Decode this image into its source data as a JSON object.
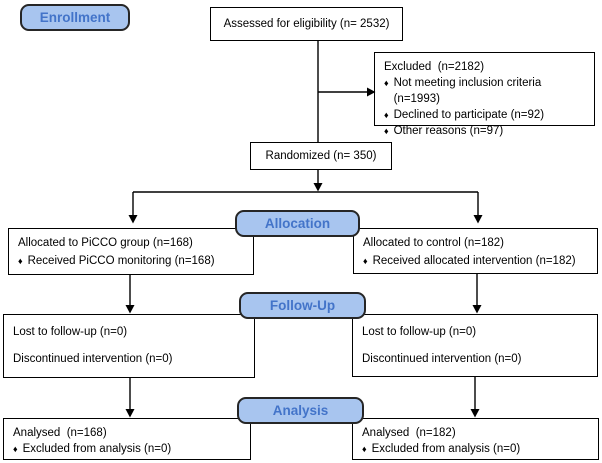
{
  "stages": {
    "enrollment": "Enrollment",
    "allocation": "Allocation",
    "followup": "Follow-Up",
    "analysis": "Analysis"
  },
  "bullet": "♦",
  "boxes": {
    "assessed": {
      "text": "Assessed for eligibility (n= 2532)"
    },
    "excluded": {
      "title": "Excluded  (n=2182)",
      "items": [
        "Not meeting inclusion criteria (n=1993)",
        "Declined to participate (n=92)",
        "Other reasons (n=97)"
      ]
    },
    "randomized": {
      "text": "Randomized (n= 350)"
    },
    "allocation_left": {
      "title": "Allocated to PiCCO group (n=168)",
      "items": [
        "Received PiCCO monitoring (n=168)"
      ]
    },
    "allocation_right": {
      "title": "Allocated to control (n=182)",
      "items": [
        "Received allocated intervention (n=182)"
      ]
    },
    "followup_left": {
      "lines": [
        "Lost to follow-up (n=0)",
        "Discontinued intervention (n=0)"
      ]
    },
    "followup_right": {
      "lines": [
        "Lost to follow-up (n=0)",
        "Discontinued intervention (n=0)"
      ]
    },
    "analysis_left": {
      "title": "Analysed  (n=168)",
      "items": [
        "Excluded from analysis (n=0)"
      ]
    },
    "analysis_right": {
      "title": "Analysed  (n=182)",
      "items": [
        "Excluded from analysis (n=0)"
      ]
    }
  },
  "colors": {
    "stage_fill": "#A8C5EF",
    "stage_border": "#262626",
    "stage_text": "#4374C9",
    "box_border": "#000000",
    "connector": "#000000",
    "background": "#FFFFFF"
  }
}
